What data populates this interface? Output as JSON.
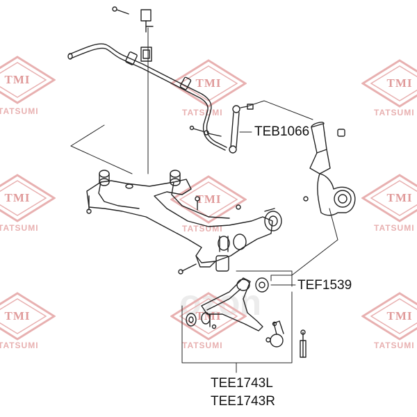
{
  "watermark": {
    "logo_text": "TMI",
    "brand_text": "TATSUMI",
    "center_logo_text": "ozon"
  },
  "labels": {
    "stabilizer_link": "TEB1066",
    "bushing": "TEF1539",
    "control_arm_left": "TEE1743L",
    "control_arm_right": "TEE1743R"
  },
  "colors": {
    "watermark": "#e8b0b0",
    "watermark_logo_text": "#e09a9a",
    "line": "#222222",
    "label": "#111111"
  }
}
